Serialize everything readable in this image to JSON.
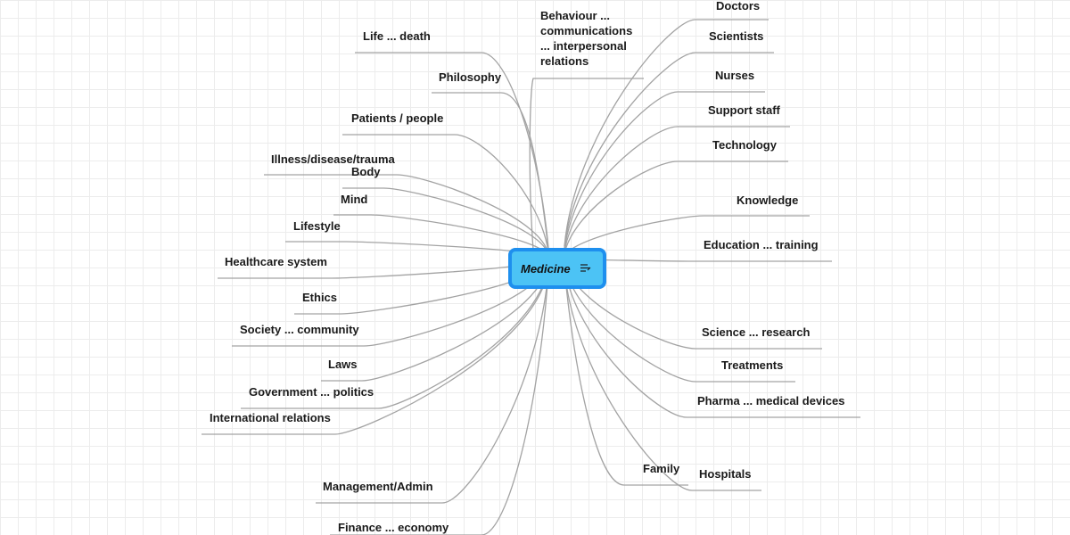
{
  "central_topic": {
    "label": "Medicine",
    "icon": "note-icon"
  },
  "branches_left": [
    {
      "id": "life-death",
      "label": "Life ... death"
    },
    {
      "id": "philosophy",
      "label": "Philosophy"
    },
    {
      "id": "patients-people",
      "label": "Patients / people"
    },
    {
      "id": "illness-disease-trauma",
      "label": "Illness/disease/trauma"
    },
    {
      "id": "body",
      "label": "Body"
    },
    {
      "id": "mind",
      "label": "Mind"
    },
    {
      "id": "lifestyle",
      "label": "Lifestyle"
    },
    {
      "id": "healthcare-system",
      "label": "Healthcare system"
    },
    {
      "id": "ethics",
      "label": "Ethics"
    },
    {
      "id": "society-community",
      "label": "Society ... community"
    },
    {
      "id": "laws",
      "label": "Laws"
    },
    {
      "id": "government-politics",
      "label": "Government ... politics"
    },
    {
      "id": "international-relations",
      "label": "International relations"
    },
    {
      "id": "management-admin",
      "label": "Management/Admin"
    },
    {
      "id": "finance-economy",
      "label": "Finance ... economy"
    }
  ],
  "branches_right": [
    {
      "id": "behaviour",
      "label": [
        "Behaviour ...",
        "communications",
        "... interpersonal",
        "relations"
      ]
    },
    {
      "id": "doctors",
      "label": "Doctors"
    },
    {
      "id": "scientists",
      "label": "Scientists"
    },
    {
      "id": "nurses",
      "label": "Nurses"
    },
    {
      "id": "support-staff",
      "label": "Support staff"
    },
    {
      "id": "technology",
      "label": "Technology"
    },
    {
      "id": "knowledge",
      "label": "Knowledge"
    },
    {
      "id": "education-training",
      "label": "Education ... training"
    },
    {
      "id": "science-research",
      "label": "Science ... research"
    },
    {
      "id": "treatments",
      "label": "Treatments"
    },
    {
      "id": "pharma-devices",
      "label": "Pharma ... medical devices"
    },
    {
      "id": "family",
      "label": "Family"
    },
    {
      "id": "hospitals",
      "label": "Hospitals"
    }
  ],
  "colors": {
    "line": "#a3a3a3",
    "central_fill": "#4cc3f5",
    "central_border": "#1e8fee",
    "text": "#1a1a1a"
  }
}
